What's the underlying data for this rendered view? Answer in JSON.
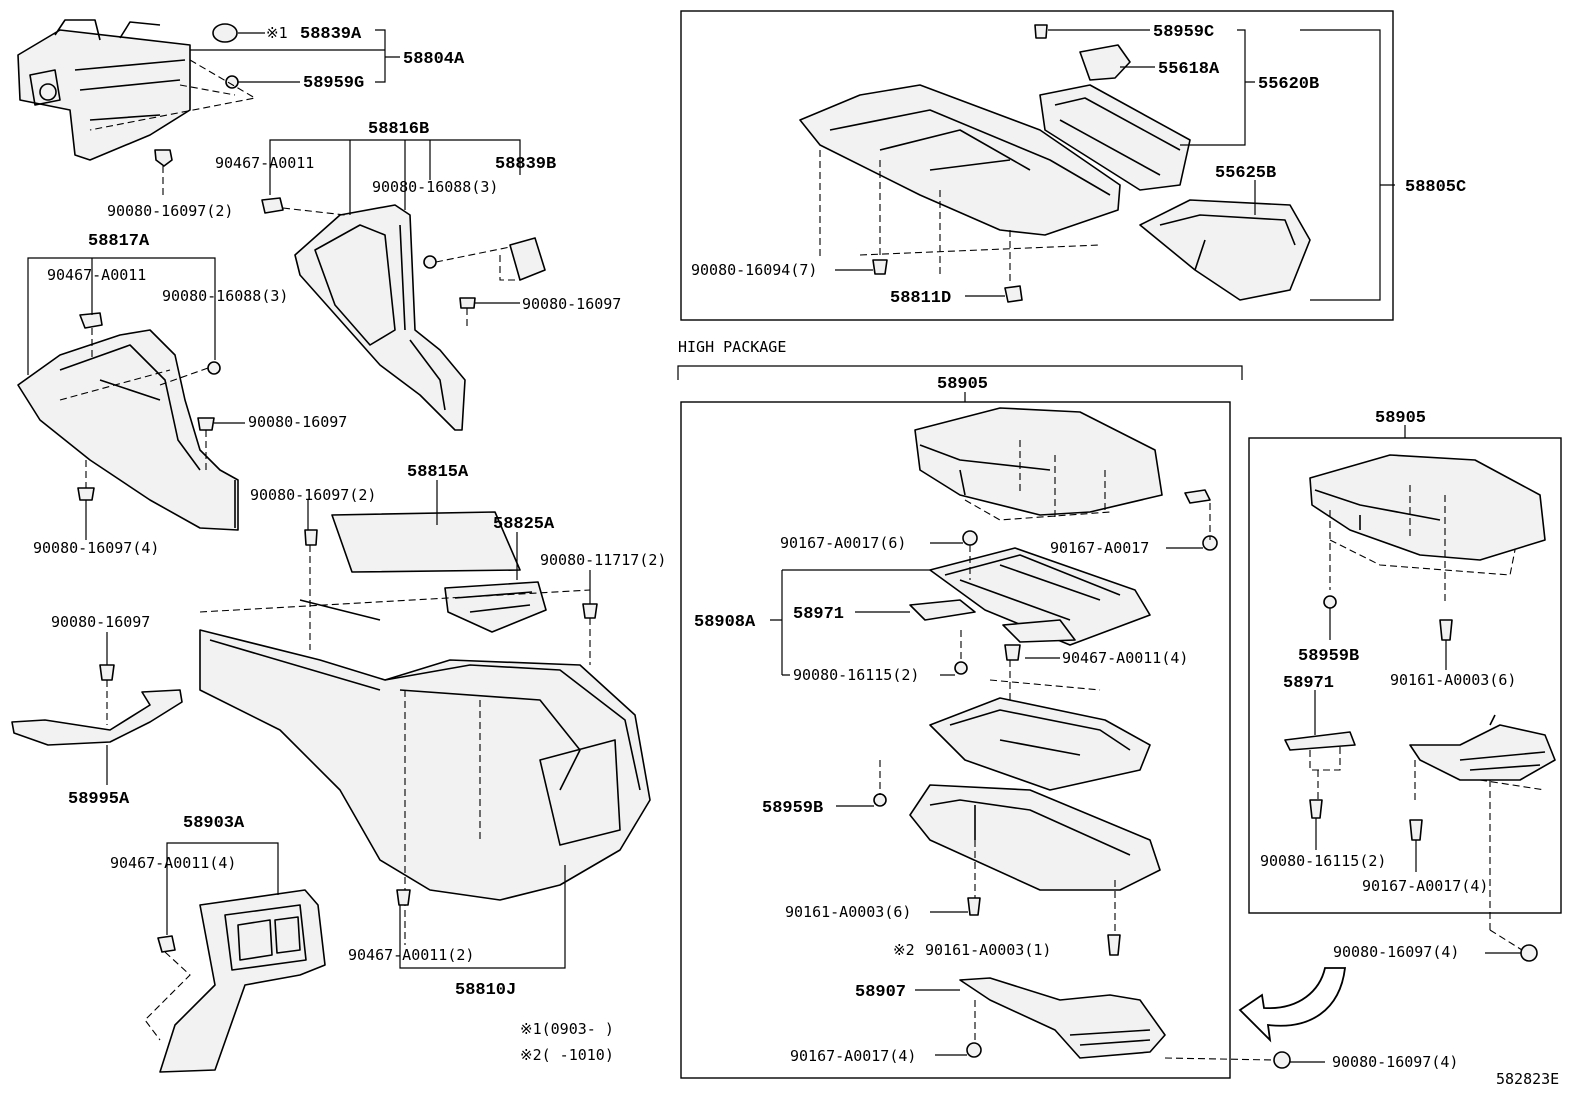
{
  "diagram_id": "582823E",
  "section_label": "HIGH PACKAGE",
  "notes": [
    {
      "mark": "※1",
      "text": "(0903-      )"
    },
    {
      "mark": "※2",
      "text": "(      -1010)"
    }
  ],
  "labels": {
    "p58839A": "58839A",
    "p58804A": "58804A",
    "p58959G": "58959G",
    "p58816B": "58816B",
    "p90467_1": "90467-A0011",
    "p58839B": "58839B",
    "p90080_16088_3a": "90080-16088(3)",
    "p90080_16097_2a": "90080-16097(2)",
    "p58817A": "58817A",
    "p90467_2": "90467-A0011",
    "p90080_16088_3b": "90080-16088(3)",
    "p90080_16097a": "90080-16097",
    "p90080_16097b": "90080-16097",
    "p90080_16097_4a": "90080-16097(4)",
    "p58815A": "58815A",
    "p58825A": "58825A",
    "p90080_16097_2b": "90080-16097(2)",
    "p90080_11717": "90080-11717(2)",
    "p90080_16097c": "90080-16097",
    "p58995A": "58995A",
    "p58903A": "58903A",
    "p90467_4a": "90467-A0011(4)",
    "p90467_2b": "90467-A0011(2)",
    "p58810J": "58810J",
    "p58959C": "58959C",
    "p55618A": "55618A",
    "p55620B": "55620B",
    "p55625B": "55625B",
    "p58805C": "58805C",
    "p90080_16094": "90080-16094(7)",
    "p58811D": "58811D",
    "p58905a": "58905",
    "p90167_6": "90167-A0017(6)",
    "p90167_1": "90167-A0017",
    "p58908A": "58908A",
    "p58971a": "58971",
    "p90080_16115a": "90080-16115(2)",
    "p90467_4b": "90467-A0011(4)",
    "p58959Ba": "58959B",
    "p90161_6a": "90161-A0003(6)",
    "p90161_1": "90161-A0003(1)",
    "mark2": "※2",
    "p58907": "58907",
    "p90167_4a": "90167-A0017(4)",
    "p58905b": "58905",
    "p58959Bb": "58959B",
    "p90161_6b": "90161-A0003(6)",
    "p58971b": "58971",
    "p90080_16115b": "90080-16115(2)",
    "p90167_4b": "90167-A0017(4)",
    "p90080_16097_4b": "90080-16097(4)",
    "p90080_16097_4c": "90080-16097(4)",
    "mark1": "※1"
  }
}
